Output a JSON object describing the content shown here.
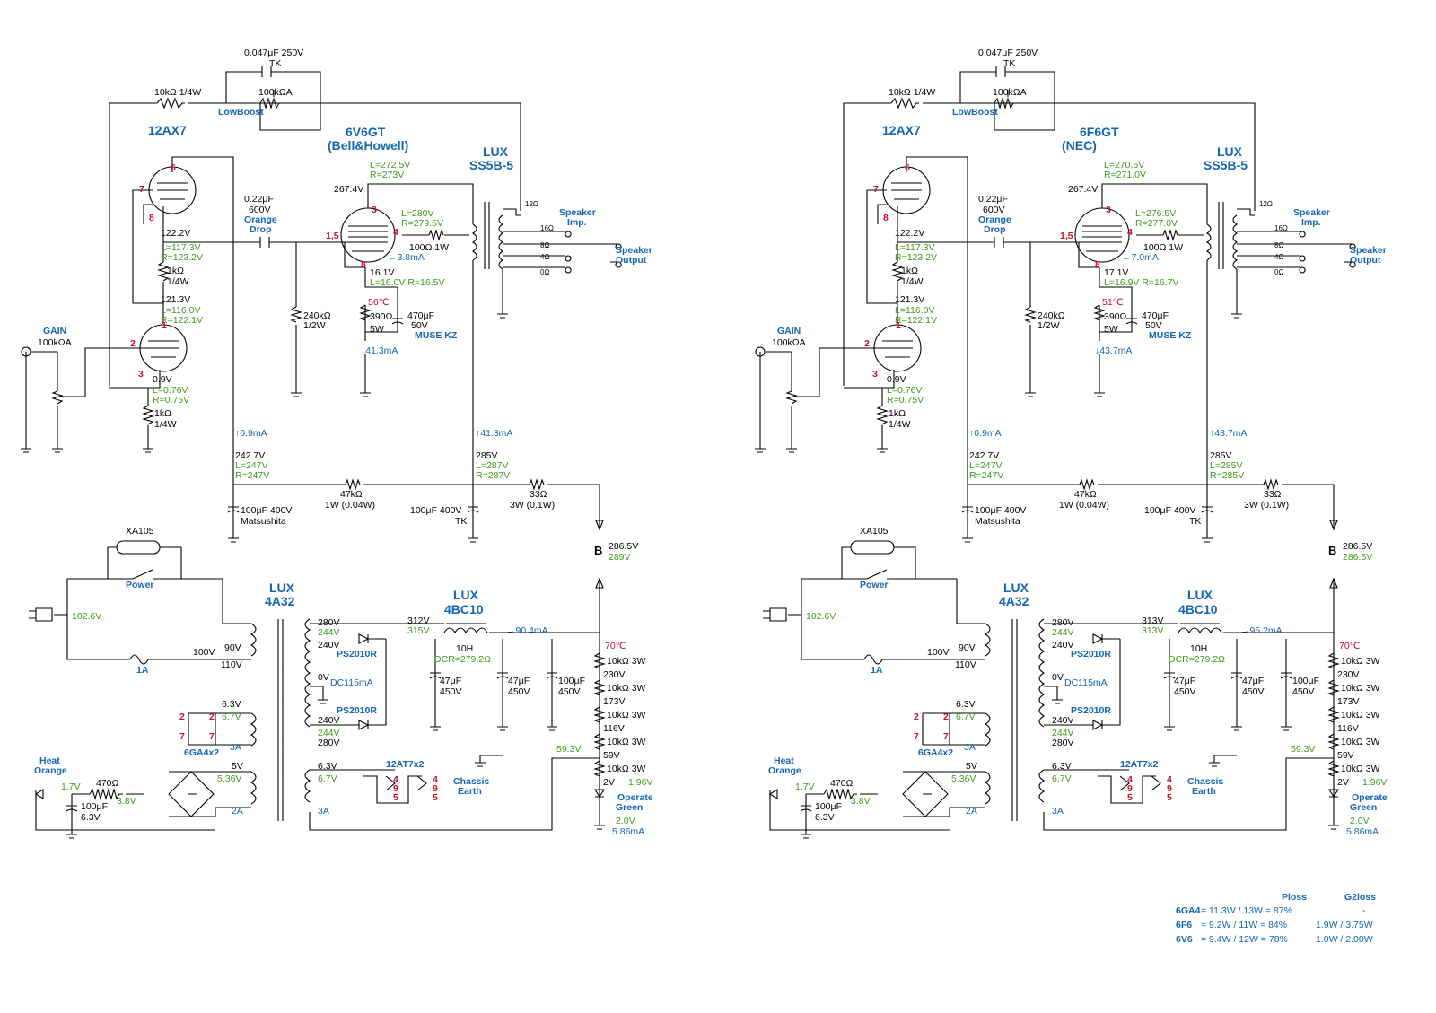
{
  "schematics": [
    {
      "cap_feedback": "0.047μF 250V",
      "cap_feedback_brand": "TK",
      "res_feedback": "10kΩ 1/4W",
      "pot_lowboost": "100kΩA",
      "lowboost_label": "LowBoost",
      "preamp_tube": "12AX7",
      "output_tube_name": "6V6GT",
      "output_tube_brand": "(Bell&Howell)",
      "output_transformer": "LUX",
      "output_transformer_model": "SS5B-5",
      "plate_voltage": "267.4V",
      "plate_L": "L=272.5V",
      "plate_R": "R=273V",
      "g2_L": "L=280V",
      "g2_R": "R=279.5V",
      "grid_current": "←3.8mA",
      "res_g2": "100Ω 1W",
      "cathode_voltage": "16.1V",
      "cathode_LR": "L=16.0V R=16.5V",
      "temp": "56℃",
      "res_cathode": "390Ω",
      "res_cathode_w": "5W",
      "cap_cathode": "470μF",
      "cap_cathode_v": "50V",
      "cap_cathode_brand": "MUSE KZ",
      "cathode_current": "↓41.3mA",
      "coupling_cap": "0.22μF",
      "coupling_cap_v": "600V",
      "coupling_cap_brand1": "Orange",
      "coupling_cap_brand2": "Drop",
      "res_grid": "240kΩ",
      "res_grid_w": "1/2W",
      "v1_plate": "122.2V",
      "v1_plate_L": "L=117.3V",
      "v1_plate_R": "R=123.2V",
      "res_mid": "1kΩ",
      "res_mid_w": "1/4W",
      "v2_plate": "121.3V",
      "v2_plate_L": "L=116.0V",
      "v2_plate_R": "R=122.1V",
      "v2_cathode": "0.9V",
      "v2_cathode_L": "L=0.76V",
      "v2_cathode_R": "R=0.75V",
      "res_k": "1kΩ",
      "res_k_w": "1/4W",
      "gain_label": "GAIN",
      "gain_pot": "100kΩA",
      "speaker_imp": "Speaker",
      "speaker_imp2": "Imp.",
      "speaker_output": "Speaker",
      "speaker_output2": "Output",
      "taps": [
        "12Ω",
        "16Ω",
        "8Ω",
        "4Ω",
        "0Ω"
      ],
      "pre_current": "↑0.9mA",
      "b2_voltage": "242.7V",
      "b2_L": "L=247V",
      "b2_R": "R=247V",
      "out_current": "↑41.3mA",
      "b1_voltage": "285V",
      "b1_L": "L=287V",
      "b1_R": "R=287V",
      "res_47k": "47kΩ",
      "res_47k_w": "1W (0.04W)",
      "res_33": "33Ω",
      "res_33_w": "3W (0.1W)",
      "cap_100_a": "100μF 400V",
      "cap_100_a_brand": "Matsushita",
      "cap_100_b": "100μF 400V",
      "cap_100_b_brand": "TK",
      "b_label": "B",
      "b_voltage": "286.5V",
      "b_voltage_meas": "289V",
      "neon": "XA105",
      "power_label": "Power",
      "mains_voltage": "102.6V",
      "fuse": "1A",
      "pt_brand": "LUX",
      "pt_model": "4A32",
      "pt_taps_in": [
        "100V",
        "90V",
        "110V"
      ],
      "pt_hv": [
        "280V",
        "244V",
        "240V",
        "0V",
        "240V",
        "244V",
        "280V"
      ],
      "pt_dc": "DC115mA",
      "diode": "PS2010R",
      "choke_brand": "LUX",
      "choke_model": "4BC10",
      "choke_h": "10H",
      "choke_dcr": "DCR=279.2Ω",
      "rect_voltage": "312V",
      "rect_voltage_meas": "315V",
      "load_current": "→90.4mA",
      "cap_47_a": "47μF",
      "cap_47_a_v": "450V",
      "cap_47_b": "47μF",
      "cap_47_b_v": "450V",
      "cap_100_c": "100μF",
      "cap_100_c_v": "450V",
      "bleeder_temp": "70℃",
      "bleeder": [
        "10kΩ 3W",
        "10kΩ 3W",
        "10kΩ 3W",
        "10kΩ 3W",
        "10kΩ 3W"
      ],
      "bleeder_taps": [
        "230V",
        "173V",
        "116V",
        "59V",
        "2V"
      ],
      "bleeder_meas": "59.3V",
      "led_meas": "1.96V",
      "operate1": "Operate",
      "operate2": "Green",
      "led_v": "2.0V",
      "led_i": "5.86mA",
      "heater_tube": "6GA4x2",
      "heater_v": "6.3V",
      "heater_v_meas": "6.7V",
      "heater_a": "3A",
      "pin_2": "2",
      "pin_7": "7",
      "heat1": "Heat",
      "heat2": "Orange",
      "led_heat_v": "1.7V",
      "res_470": "470Ω",
      "led_heat_drop": "3.8V",
      "cap_100_d": "100μF",
      "cap_100_d_v": "6.3V",
      "aux_v": "5V",
      "aux_v_meas": "5.36V",
      "aux_a": "2A",
      "heater2_v": "6.3V",
      "heater2_v_meas": "6.7V",
      "heater2_a": "3A",
      "twin_tube": "12AT7x2",
      "twin_pins": [
        "4",
        "9",
        "5"
      ],
      "chassis1": "Chassis",
      "chassis2": "Earth",
      "pins": {
        "p6": "6",
        "p7": "7",
        "p8": "8",
        "p1": "1",
        "p2": "2",
        "p3": "3",
        "p15": "1,5",
        "p3o": "3",
        "p4": "4",
        "p8o": "8"
      }
    },
    {
      "cap_feedback": "0.047μF 250V",
      "cap_feedback_brand": "TK",
      "res_feedback": "10kΩ 1/4W",
      "pot_lowboost": "100kΩA",
      "lowboost_label": "LowBoost",
      "preamp_tube": "12AX7",
      "output_tube_name": "6F6GT",
      "output_tube_brand": "(NEC)",
      "output_transformer": "LUX",
      "output_transformer_model": "SS5B-5",
      "plate_voltage": "267.4V",
      "plate_L": "L=270.5V",
      "plate_R": "R=271.0V",
      "g2_L": "L=276.5V",
      "g2_R": "R=277.0V",
      "grid_current": "←7.0mA",
      "res_g2": "100Ω 1W",
      "cathode_voltage": "17.1V",
      "cathode_LR": "L=16.9V R=16.7V",
      "temp": "51℃",
      "res_cathode": "390Ω",
      "res_cathode_w": "5W",
      "cap_cathode": "470μF",
      "cap_cathode_v": "50V",
      "cap_cathode_brand": "MUSE KZ",
      "cathode_current": "↓43.7mA",
      "coupling_cap": "0.22μF",
      "coupling_cap_v": "600V",
      "coupling_cap_brand1": "Orange",
      "coupling_cap_brand2": "Drop",
      "res_grid": "240kΩ",
      "res_grid_w": "1/2W",
      "v1_plate": "122.2V",
      "v1_plate_L": "L=117.3V",
      "v1_plate_R": "R=123.2V",
      "res_mid": "1kΩ",
      "res_mid_w": "1/4W",
      "v2_plate": "121.3V",
      "v2_plate_L": "L=116.0V",
      "v2_plate_R": "R=122.1V",
      "v2_cathode": "0.9V",
      "v2_cathode_L": "L=0.76V",
      "v2_cathode_R": "R=0.75V",
      "res_k": "1kΩ",
      "res_k_w": "1/4W",
      "gain_label": "GAIN",
      "gain_pot": "100kΩA",
      "speaker_imp": "Speaker",
      "speaker_imp2": "Imp.",
      "speaker_output": "Speaker",
      "speaker_output2": "Output",
      "taps": [
        "12Ω",
        "16Ω",
        "8Ω",
        "4Ω",
        "0Ω"
      ],
      "pre_current": "↑0.9mA",
      "b2_voltage": "242.7V",
      "b2_L": "L=247V",
      "b2_R": "R=247V",
      "out_current": "↑43.7mA",
      "b1_voltage": "285V",
      "b1_L": "L=285V",
      "b1_R": "R=285V",
      "res_47k": "47kΩ",
      "res_47k_w": "1W (0.04W)",
      "res_33": "33Ω",
      "res_33_w": "3W (0.1W)",
      "cap_100_a": "100μF 400V",
      "cap_100_a_brand": "Matsushita",
      "cap_100_b": "100μF 400V",
      "cap_100_b_brand": "TK",
      "b_label": "B",
      "b_voltage": "286.5V",
      "b_voltage_meas": "286.5V",
      "neon": "XA105",
      "power_label": "Power",
      "mains_voltage": "102.6V",
      "fuse": "1A",
      "pt_brand": "LUX",
      "pt_model": "4A32",
      "pt_taps_in": [
        "100V",
        "90V",
        "110V"
      ],
      "pt_hv": [
        "280V",
        "244V",
        "240V",
        "0V",
        "240V",
        "244V",
        "280V"
      ],
      "pt_dc": "DC115mA",
      "diode": "PS2010R",
      "choke_brand": "LUX",
      "choke_model": "4BC10",
      "choke_h": "10H",
      "choke_dcr": "DCR=279.2Ω",
      "rect_voltage": "313V",
      "rect_voltage_meas": "313V",
      "load_current": "→95.2mA",
      "cap_47_a": "47μF",
      "cap_47_a_v": "450V",
      "cap_47_b": "47μF",
      "cap_47_b_v": "450V",
      "cap_100_c": "100μF",
      "cap_100_c_v": "450V",
      "bleeder_temp": "70℃",
      "bleeder": [
        "10kΩ 3W",
        "10kΩ 3W",
        "10kΩ 3W",
        "10kΩ 3W",
        "10kΩ 3W"
      ],
      "bleeder_taps": [
        "230V",
        "173V",
        "116V",
        "59V",
        "2V"
      ],
      "bleeder_meas": "59.3V",
      "led_meas": "1.96V",
      "operate1": "Operate",
      "operate2": "Green",
      "led_v": "2.0V",
      "led_i": "5.86mA",
      "heater_tube": "6GA4x2",
      "heater_v": "6.3V",
      "heater_v_meas": "6.7V",
      "heater_a": "3A",
      "pin_2": "2",
      "pin_7": "7",
      "heat1": "Heat",
      "heat2": "Orange",
      "led_heat_v": "1.7V",
      "res_470": "470Ω",
      "led_heat_drop": "3.8V",
      "cap_100_d": "100μF",
      "cap_100_d_v": "6.3V",
      "aux_v": "5V",
      "aux_v_meas": "5.36V",
      "aux_a": "2A",
      "heater2_v": "6.3V",
      "heater2_v_meas": "6.7V",
      "heater2_a": "3A",
      "twin_tube": "12AT7x2",
      "twin_pins": [
        "4",
        "9",
        "5"
      ],
      "chassis1": "Chassis",
      "chassis2": "Earth",
      "pins": {
        "p6": "6",
        "p7": "7",
        "p8": "8",
        "p1": "1",
        "p2": "2",
        "p3": "3",
        "p15": "1,5",
        "p3o": "3",
        "p4": "4",
        "p8o": "8"
      }
    }
  ],
  "loss_table": {
    "headers": [
      "Ploss",
      "G2loss"
    ],
    "rows": [
      {
        "tube": "6GA4",
        "ploss": "= 11.3W / 13W = 87%",
        "g2loss": "-"
      },
      {
        "tube": "6F6",
        "ploss": "=     9.2W / 11W = 84%",
        "g2loss": "1.9W / 3.75W"
      },
      {
        "tube": "6V6",
        "ploss": "=     9.4W / 12W = 78%",
        "g2loss": "1.0W / 2.00W"
      }
    ]
  },
  "colors": {
    "label_blue": "#1565b0",
    "measured_green": "#3f9a1f",
    "pin_red": "#c8102e",
    "wire": "#000000"
  }
}
